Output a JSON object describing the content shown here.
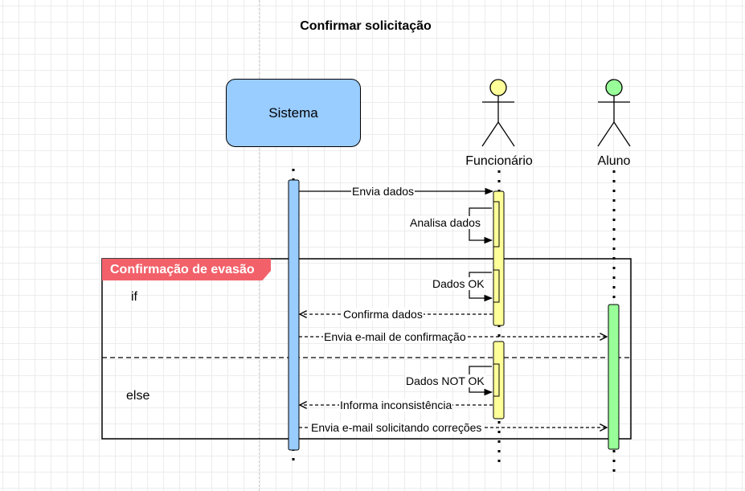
{
  "title": "Confirmar solicitação",
  "participants": {
    "system": "Sistema",
    "staff": "Funcionário",
    "student": "Aluno"
  },
  "frame": {
    "label": "Confirmação de evasão",
    "if_label": "if",
    "else_label": "else"
  },
  "messages": {
    "send_data": "Envia dados",
    "analyze_data": "Analisa dados",
    "data_ok": "Dados OK",
    "confirm_data": "Confirma dados",
    "send_confirmation_email": "Envia e-mail de confirmação",
    "data_not_ok": "Dados NOT OK",
    "report_inconsistency": "Informa inconsistência",
    "send_correction_email": "Envia e-mail solicitando correções"
  },
  "colors": {
    "system": "#99ccff",
    "staff_actor": "#ffff99",
    "student_actor": "#99ff99",
    "frame_tag": "#f2616a"
  }
}
